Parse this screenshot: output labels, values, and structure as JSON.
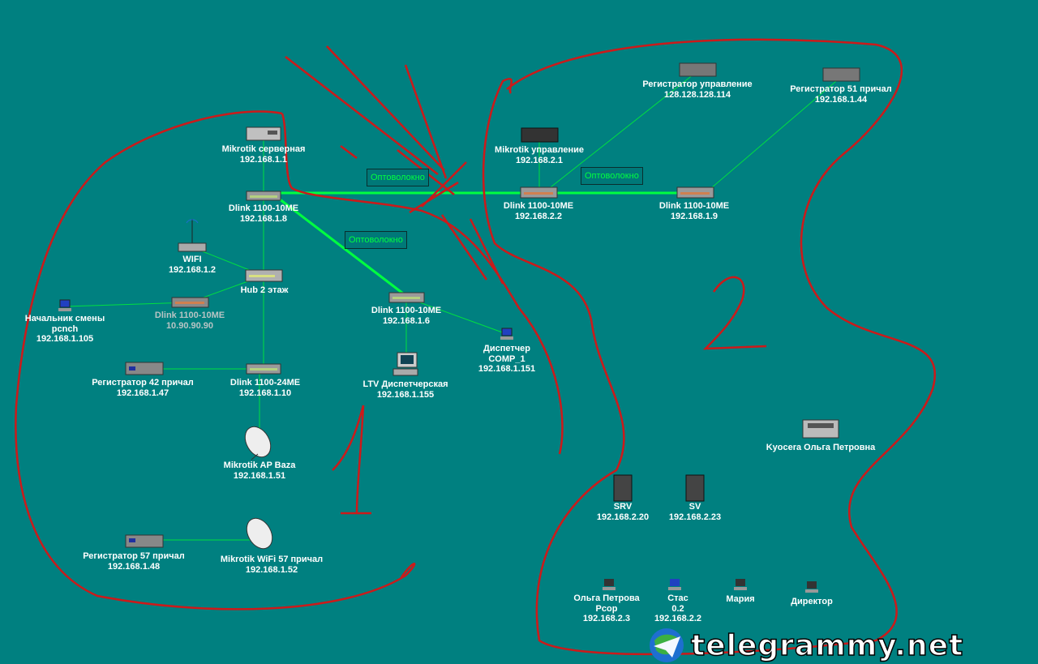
{
  "nodes": {
    "mikrotik_server": {
      "name": "Mikrotik серверная",
      "ip": "192.168.1.1"
    },
    "dlink_8": {
      "name": "Dlink 1100-10ME",
      "ip": "192.168.1.8"
    },
    "wifi": {
      "name": "WIFI",
      "ip": "192.168.1.2"
    },
    "hub": {
      "name": "Hub 2 этаж"
    },
    "dlink_10_90": {
      "name": "Dlink 1100-10ME",
      "ip": "10.90.90.90"
    },
    "chief": {
      "name": "Начальник смены",
      "host": "pcnch",
      "ip": "192.168.1.105"
    },
    "reg42": {
      "name": "Регистратор 42 причал",
      "ip": "192.168.1.47"
    },
    "dlink_24": {
      "name": "Dlink 1100-24ME",
      "ip": "192.168.1.10"
    },
    "ap_baza": {
      "name": "Mikrotik AP Baza",
      "ip": "192.168.1.51"
    },
    "reg57": {
      "name": "Регистратор 57 причал",
      "ip": "192.168.1.48"
    },
    "wifi57": {
      "name": "Mikrotik WiFi 57 причал",
      "ip": "192.168.1.52"
    },
    "dlink_6": {
      "name": "Dlink 1100-10ME",
      "ip": "192.168.1.6"
    },
    "ltv": {
      "name": "LTV Диспетчерская",
      "ip": "192.168.1.155"
    },
    "dispatcher": {
      "name": "Диспетчер",
      "host": "COMP_1",
      "ip": "192.168.1.151"
    },
    "mikrotik_mgmt": {
      "name": "Mikrotik управление",
      "ip": "192.168.2.1"
    },
    "dlink_2_2": {
      "name": "Dlink 1100-10ME",
      "ip": "192.168.2.2"
    },
    "dlink_9": {
      "name": "Dlink 1100-10ME",
      "ip": "192.168.1.9"
    },
    "reg_mgmt": {
      "name": "Регистратор управление",
      "ip": "128.128.128.114"
    },
    "reg51": {
      "name": "Регистратор 51 причал",
      "ip": "192.168.1.44"
    },
    "kyocera": {
      "name": "Kyocera Ольга Петровна"
    },
    "srv": {
      "name": "SRV",
      "ip": "192.168.2.20"
    },
    "sv": {
      "name": "SV",
      "ip": "192.168.2.23"
    },
    "olga": {
      "name": "Ольга Петрова",
      "host": "Pcop",
      "ip": "192.168.2.3"
    },
    "stas": {
      "name": "Стас",
      "host": "0.2",
      "ip": "192.168.2.2"
    },
    "maria": {
      "name": "Мария"
    },
    "director": {
      "name": "Директор"
    }
  },
  "links": {
    "fiber_label": "Оптоволокно"
  },
  "annotations": {
    "zone1": "1",
    "zone2": "2"
  },
  "watermark": "telegrammy.net",
  "colors": {
    "background": "#008080",
    "link": "#00ff40",
    "annotation": "#cc1a1a"
  }
}
